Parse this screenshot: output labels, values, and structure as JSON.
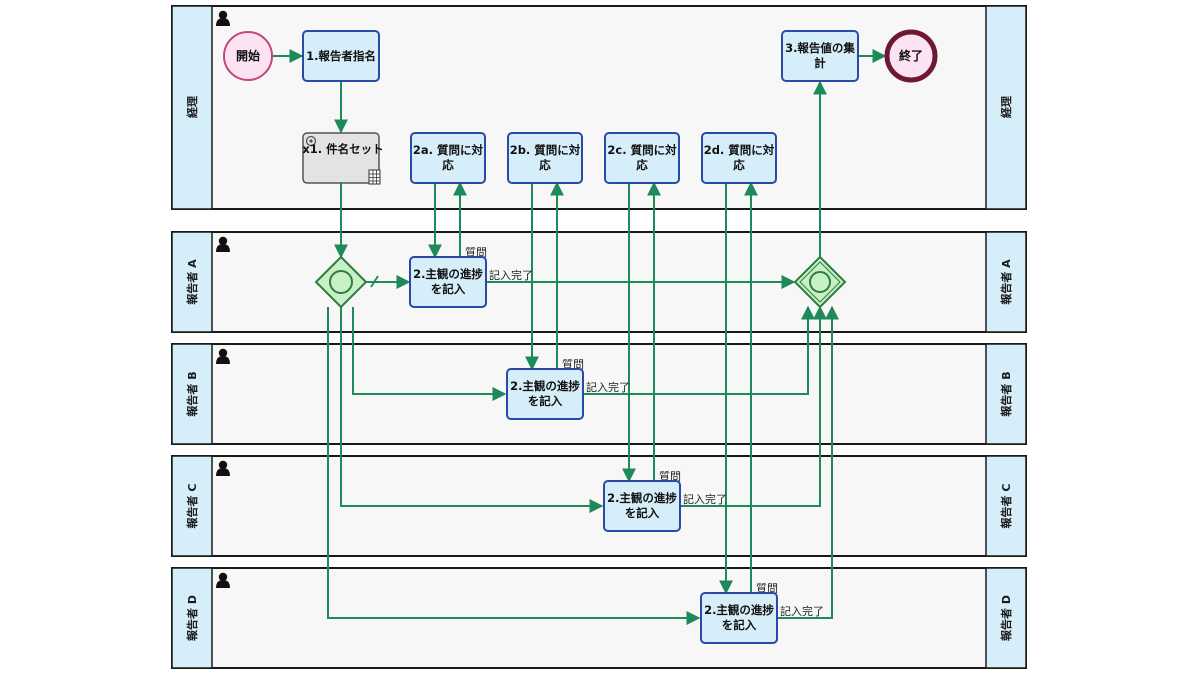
{
  "lanes": {
    "accounting": "経理",
    "reporter_a": "報告者 A",
    "reporter_b": "報告者 B",
    "reporter_c": "報告者 C",
    "reporter_d": "報告者 D"
  },
  "events": {
    "start": "開始",
    "end": "終了"
  },
  "tasks": {
    "assign_reporter": "1.報告者指名",
    "set_subject": "x1. 件名セット",
    "answer_a": [
      "2a. 質問に対",
      "応"
    ],
    "answer_b": [
      "2b. 質問に対",
      "応"
    ],
    "answer_c": [
      "2c. 質問に対",
      "応"
    ],
    "answer_d": [
      "2d. 質問に対",
      "応"
    ],
    "aggregate": [
      "3.報告値の集",
      "計"
    ],
    "record_a": [
      "2.主観の進捗",
      "を記入"
    ],
    "record_b": [
      "2.主観の進捗",
      "を記入"
    ],
    "record_c": [
      "2.主観の進捗",
      "を記入"
    ],
    "record_d": [
      "2.主観の進捗",
      "を記入"
    ]
  },
  "flow_labels": {
    "question": "質問",
    "entry_done": "記入完了"
  },
  "colors": {
    "lane_label_fill": "#d6eef9",
    "task_fill": "#d6eef9",
    "task_stroke": "#2b4aa6",
    "flow": "#1e8a5a",
    "gateway_fill": "#c8f0c8",
    "start_fill": "#fbe3f3",
    "start_stroke": "#c2477a",
    "end_stroke": "#6e1836"
  },
  "icons": [
    "person-icon",
    "gear-icon",
    "table-icon"
  ]
}
